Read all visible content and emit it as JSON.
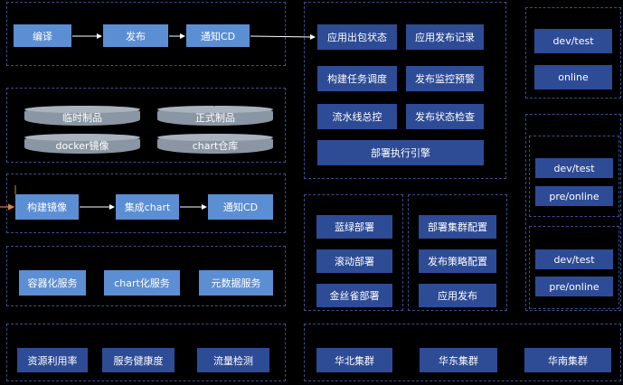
{
  "build_pipeline": {
    "compile": "编译",
    "release": "发布",
    "notify": "通知CD"
  },
  "artifacts": {
    "temp": "临时制品",
    "formal": "正式制品",
    "docker": "docker镜像",
    "chart": "chart仓库"
  },
  "image_pipeline": {
    "build_image": "构建镜像",
    "integrate_chart": "集成chart",
    "notify": "通知CD"
  },
  "services": {
    "container": "容器化服务",
    "chart": "chart化服务",
    "metadata": "元数据服务"
  },
  "monitoring": {
    "resource": "资源利用率",
    "health": "服务健康度",
    "traffic": "流量检测"
  },
  "cd_center": {
    "app_package_status": "应用出包状态",
    "app_release_record": "应用发布记录",
    "build_task_dispatch": "构建任务调度",
    "release_monitor_alert": "发布监控预警",
    "pipeline_control": "流水线总控",
    "release_status_check": "发布状态检查",
    "deploy_engine": "部署执行引擎"
  },
  "deploy_strategies": {
    "blue_green": "蓝绿部署",
    "rolling": "滚动部署",
    "canary": "金丝雀部署"
  },
  "deploy_config": {
    "cluster_config": "部署集群配置",
    "strategy_config": "发布策略配置",
    "app_release": "应用发布"
  },
  "clusters": {
    "north": "华北集群",
    "east": "华东集群",
    "south": "华南集群"
  },
  "env_group1": {
    "dev": "dev/test",
    "online": "online"
  },
  "env_group2": {
    "dev": "dev/test",
    "pre": "pre/online"
  },
  "env_group3": {
    "dev": "dev/test",
    "pre": "pre/online"
  },
  "colors": {
    "light_box": "#5c8ed4",
    "dark_box": "#2e4b96",
    "dashed_border": "#3b4f8a",
    "arrow_orange": "#e07b39"
  }
}
